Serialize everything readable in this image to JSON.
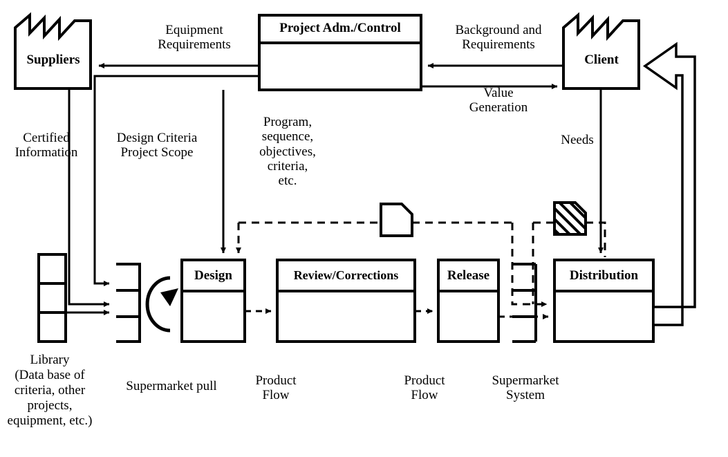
{
  "diagram": {
    "title": "Lean project value stream map",
    "style": {
      "stroke": "#000000",
      "fill": "#ffffff",
      "line_width": 3
    }
  },
  "entities": {
    "suppliers": {
      "label": "Suppliers",
      "shape": "factory-icon"
    },
    "client": {
      "label": "Client",
      "shape": "factory-icon"
    },
    "project_control": {
      "label": "Project Adm./Control",
      "shape": "process-box"
    },
    "design": {
      "label": "Design",
      "shape": "process-box"
    },
    "review": {
      "label": "Review/Corrections",
      "shape": "process-box"
    },
    "release": {
      "label": "Release",
      "shape": "process-box"
    },
    "distribution": {
      "label": "Distribution",
      "shape": "process-box"
    },
    "library": {
      "label": "Library\n(Data base of\ncriteria, other\nprojects,\nequipment, etc.)",
      "shape": "stacked-inventory"
    },
    "supermarket_left": {
      "label": "Supermarket pull",
      "shape": "supermarket-icon"
    },
    "supermarket_right": {
      "label": "Supermarket\nSystem",
      "shape": "supermarket-icon"
    },
    "kanban_card": {
      "shape": "kanban-card-icon"
    },
    "kanban_card_hatched": {
      "shape": "kanban-card-hatched-icon"
    },
    "withdrawal_loop": {
      "shape": "circular-arrow-icon"
    }
  },
  "flow_labels": {
    "equipment_requirements": "Equipment\nRequirements",
    "background_and_requirements": "Background and\nRequirements",
    "value_generation": "Value\nGeneration",
    "certified_information": "Certified\nInformation",
    "design_criteria_project_scope": "Design Criteria\nProject Scope",
    "program_sequence": "Program,\nsequence,\nobjectives,\ncriteria,\netc.",
    "needs": "Needs",
    "product_flow_1": "Product\nFlow",
    "product_flow_2": "Product\nFlow"
  },
  "captions": {
    "library": "Library\n(Data base of\ncriteria, other\nprojects,\nequipment, etc.)",
    "supermarket_pull": "Supermarket pull",
    "product_flow_left": "Product\nFlow",
    "product_flow_right": "Product\nFlow",
    "supermarket_system": "Supermarket\nSystem"
  }
}
